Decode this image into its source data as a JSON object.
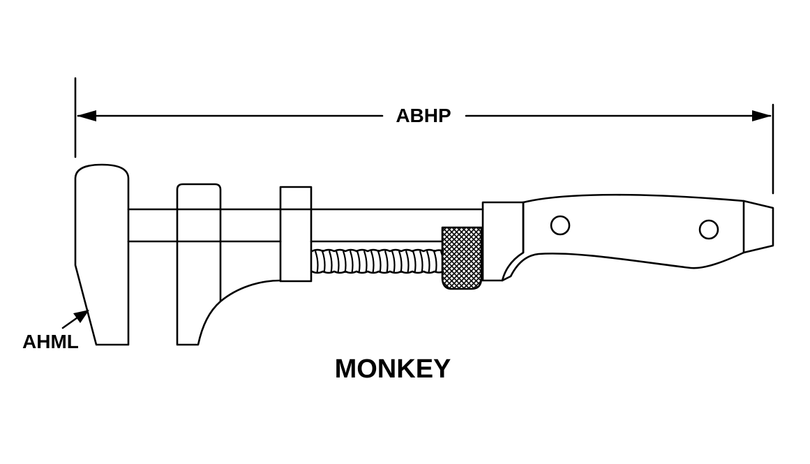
{
  "diagram": {
    "caption": "MONKEY",
    "overall_length_label": "ABHP",
    "jaw_label": "AHML"
  },
  "colors": {
    "stroke": "#000000",
    "background": "#ffffff"
  }
}
